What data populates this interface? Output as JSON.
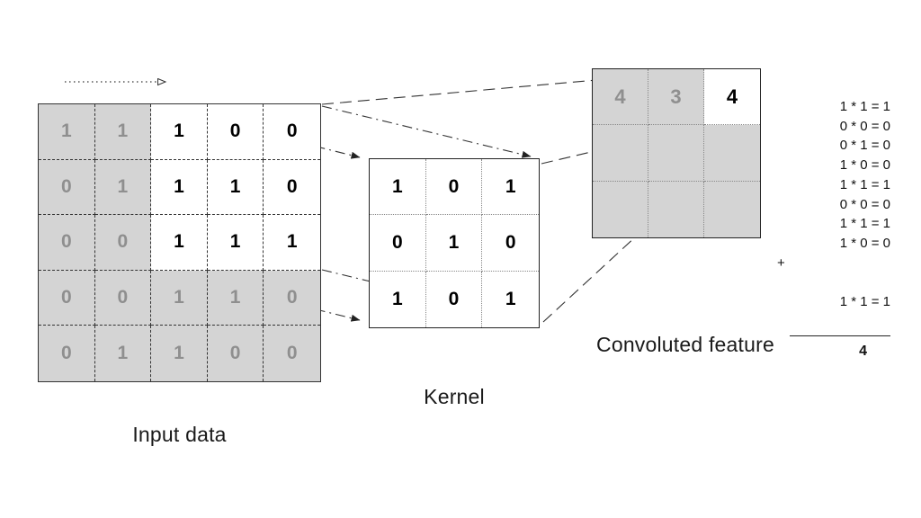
{
  "labels": {
    "input": "Input data",
    "kernel": "Kernel",
    "output": "Convoluted feature"
  },
  "input": {
    "rows": [
      [
        "1",
        "1",
        "1",
        "0",
        "0"
      ],
      [
        "0",
        "1",
        "1",
        "1",
        "0"
      ],
      [
        "0",
        "0",
        "1",
        "1",
        "1"
      ],
      [
        "0",
        "0",
        "1",
        "1",
        "0"
      ],
      [
        "0",
        "1",
        "1",
        "0",
        "0"
      ]
    ]
  },
  "kernel": {
    "rows": [
      [
        "1",
        "0",
        "1"
      ],
      [
        "0",
        "1",
        "0"
      ],
      [
        "1",
        "0",
        "1"
      ]
    ]
  },
  "output": {
    "rows": [
      [
        "4",
        "3",
        "4"
      ],
      [
        "",
        "",
        ""
      ],
      [
        "",
        "",
        ""
      ]
    ]
  },
  "calc": {
    "lines": [
      "1 * 1 = 1",
      "0 * 0 = 0",
      "0 * 1 = 0",
      "1 * 0 = 0",
      "1 * 1 = 1",
      "0 * 0 = 0",
      "1 * 1 = 1",
      "1 * 0 = 0",
      "1 * 1 = 1"
    ],
    "plus": "+",
    "sum": "4"
  },
  "colors": {
    "cell_gray": "#d4d4d4",
    "digit_gray": "#8f8f8f",
    "digit_black": "#000000",
    "line_color": "#333333"
  }
}
